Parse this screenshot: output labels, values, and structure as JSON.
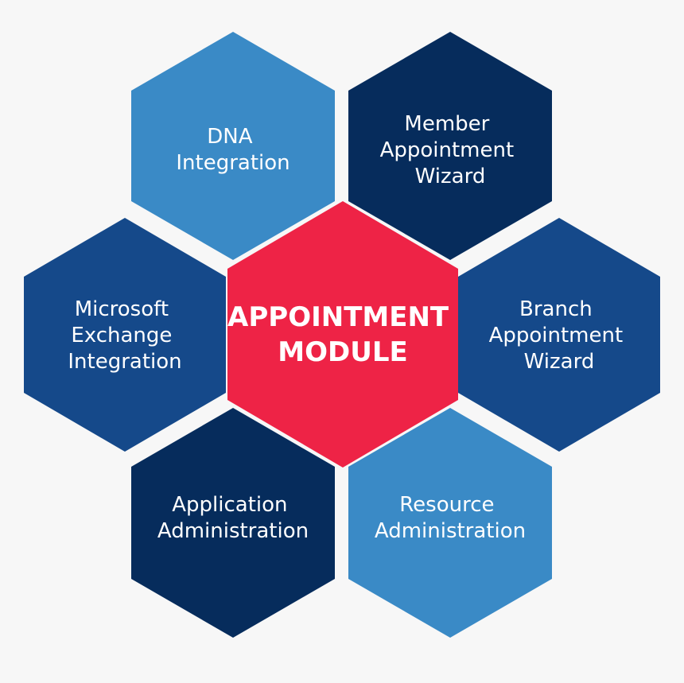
{
  "center": {
    "lines": [
      "APPOINTMENT",
      "MODULE"
    ],
    "color": "#ee2346"
  },
  "modules": [
    {
      "id": "dna-integration",
      "lines": [
        "DNA",
        "Integration"
      ],
      "color": "#3a8ac6"
    },
    {
      "id": "member-appointment-wizard",
      "lines": [
        "Member",
        "Appointment",
        "Wizard"
      ],
      "color": "#062c5c"
    },
    {
      "id": "branch-appointment-wizard",
      "lines": [
        "Branch",
        "Appointment",
        "Wizard"
      ],
      "color": "#15498a"
    },
    {
      "id": "resource-administration",
      "lines": [
        "Resource",
        "Administration"
      ],
      "color": "#3a8ac6"
    },
    {
      "id": "application-administration",
      "lines": [
        "Application",
        "Administration"
      ],
      "color": "#062c5c"
    },
    {
      "id": "microsoft-exchange-integration",
      "lines": [
        "Microsoft",
        "Exchange",
        "Integration"
      ],
      "color": "#15498a"
    }
  ]
}
